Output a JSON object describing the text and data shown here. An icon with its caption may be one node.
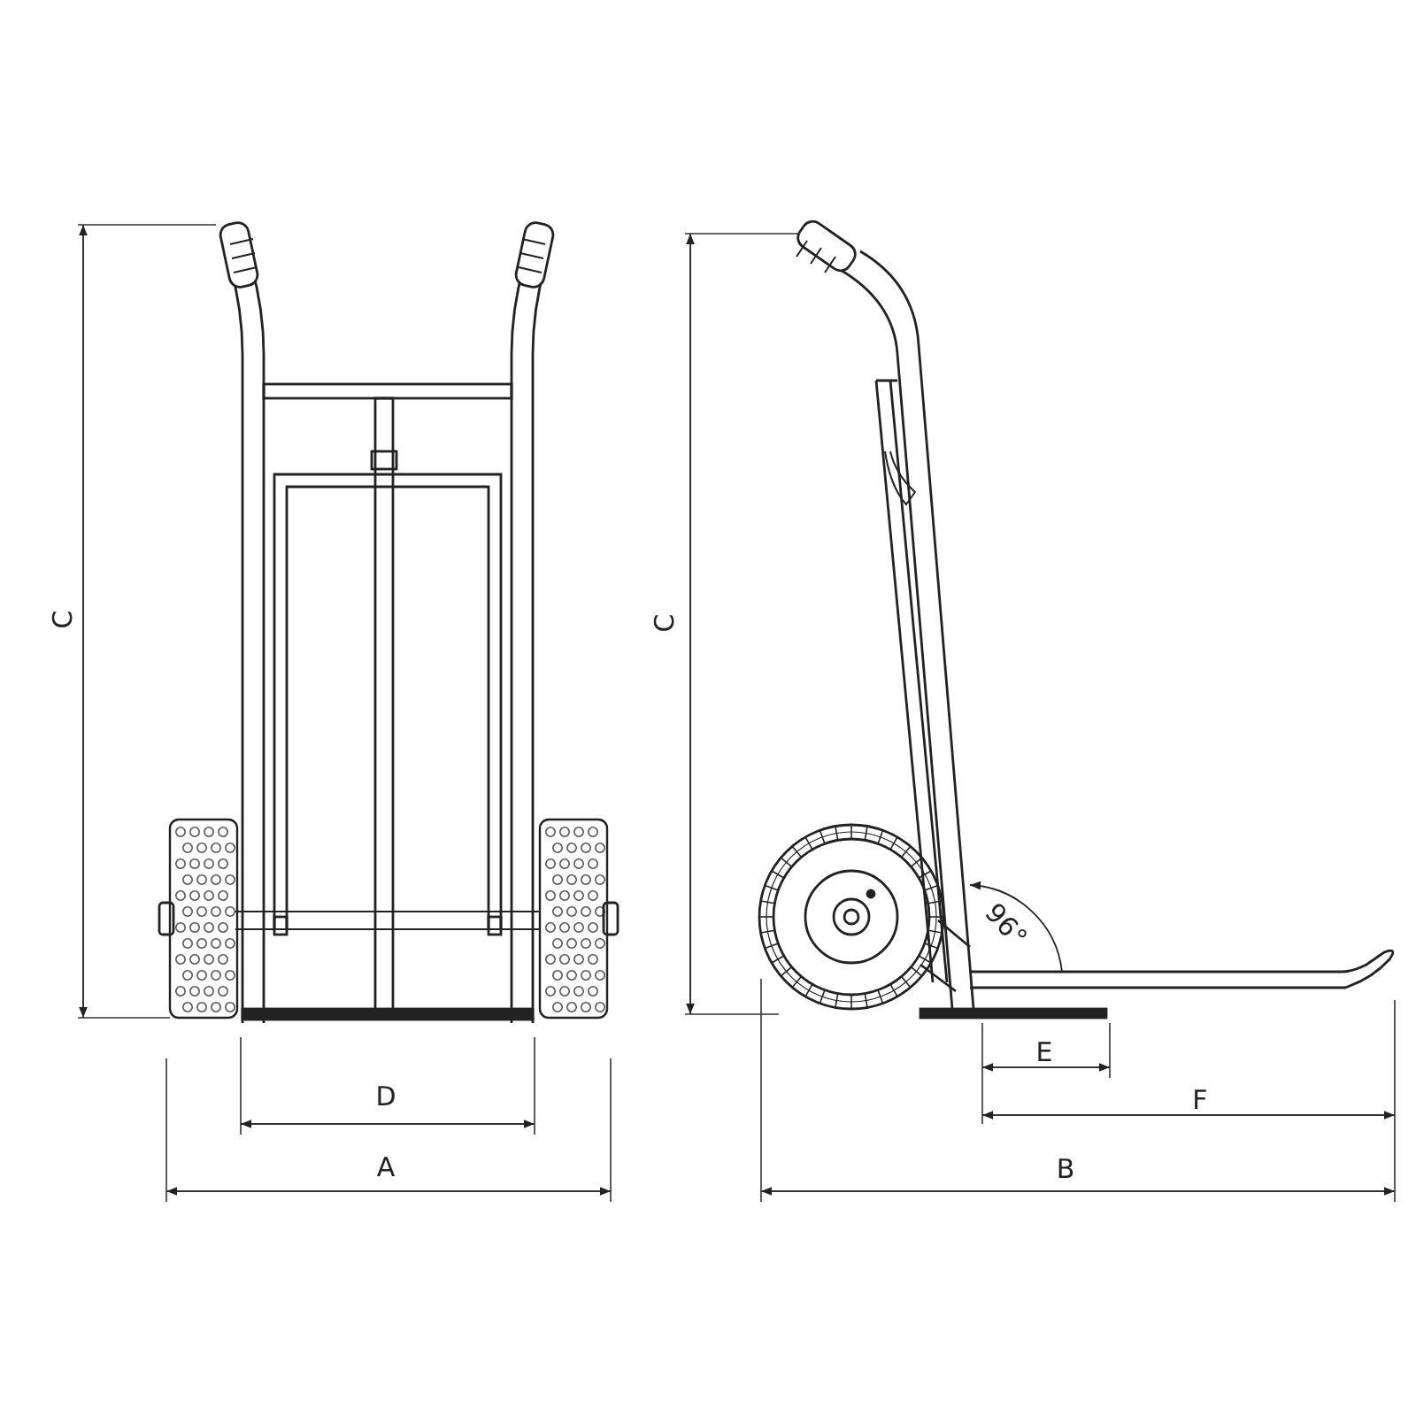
{
  "diagram": {
    "labels": [
      "C",
      "C",
      "96°",
      "E",
      "D",
      "F",
      "A",
      "B"
    ]
  }
}
